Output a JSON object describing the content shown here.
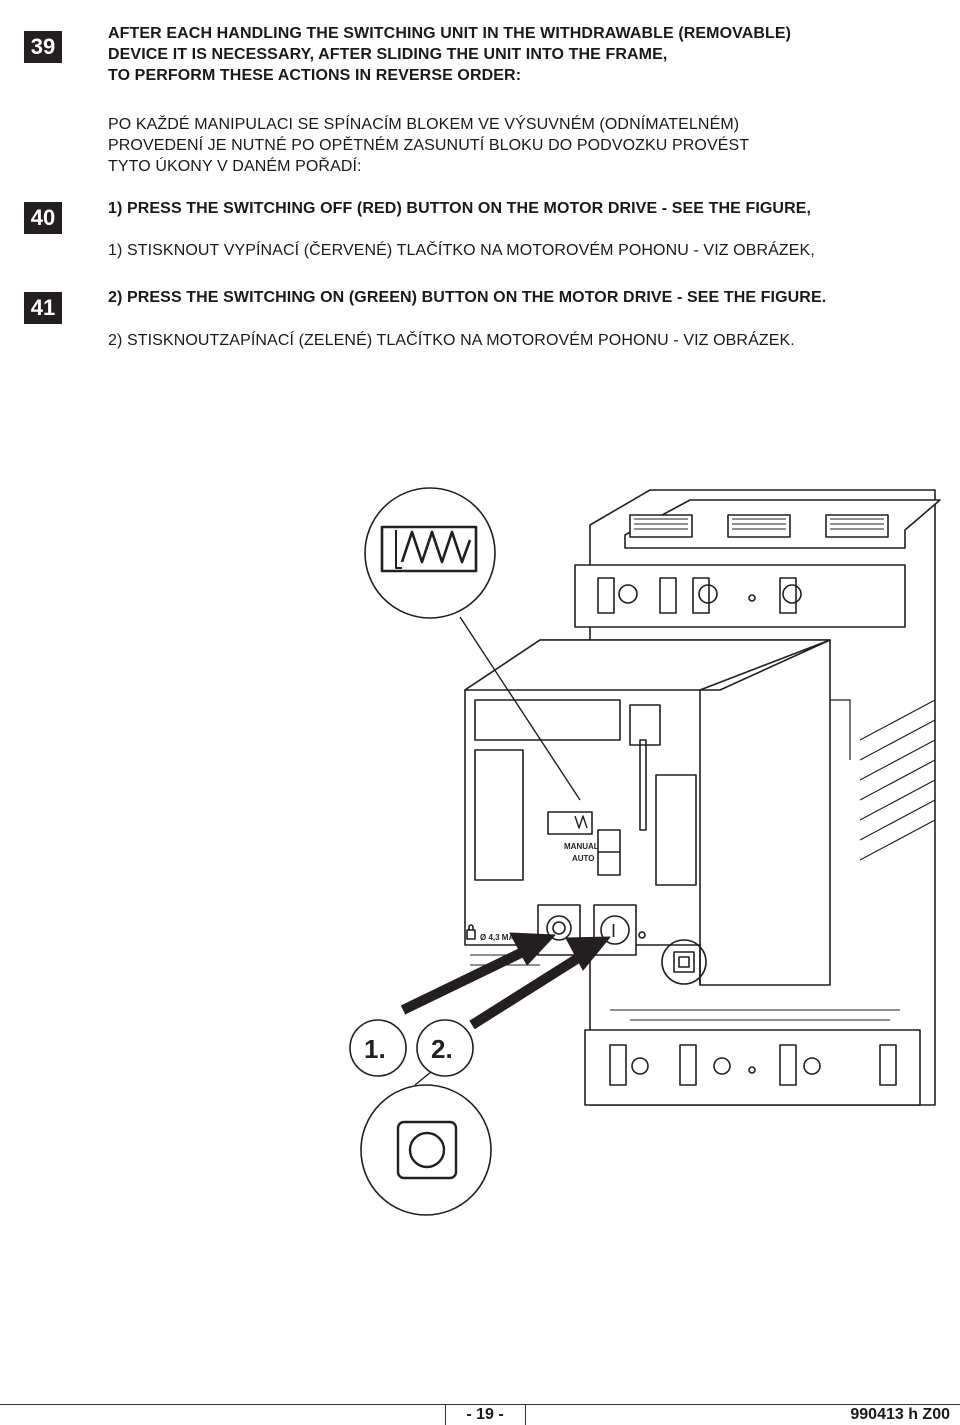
{
  "steps": {
    "s39": "39",
    "s40": "40",
    "s41": "41"
  },
  "intro_en": [
    "AFTER EACH HANDLING THE SWITCHING  UNIT IN THE WITHDRAWABLE (REMOVABLE)",
    "DEVICE IT IS NECESSARY, AFTER SLIDING THE UNIT INTO THE FRAME,",
    "TO PERFORM THESE ACTIONS IN REVERSE ORDER:"
  ],
  "intro_cz": [
    "PO KAŽDÉ MANIPULACI SE SPÍNACÍM BLOKEM VE VÝSUVNÉM (ODNÍMATELNÉM)",
    "PROVEDENÍ JE NUTNÉ PO OPĚTNÉM ZASUNUTÍ BLOKU DO PODVOZKU PROVÉST",
    "TYTO ÚKONY V DANÉM POŘADÍ:"
  ],
  "step1_en": "1) PRESS THE SWITCHING OFF (RED) BUTTON ON THE MOTOR DRIVE - SEE THE FIGURE,",
  "step1_cz": "1) STISKNOUT VYPÍNACÍ (ČERVENÉ) TLAČÍTKO NA MOTOROVÉM POHONU - VIZ OBRÁZEK,",
  "step2_en": "2) PRESS THE SWITCHING ON (GREEN) BUTTON ON THE MOTOR DRIVE - SEE THE FIGURE.",
  "step2_cz": "2) STISKNOUTZAPÍNACÍ (ZELENÉ) TLAČÍTKO NA MOTOROVÉM POHONU - VIZ OBRÁZEK.",
  "figure": {
    "label_manual": "MANUAL",
    "label_auto": "AUTO",
    "label_diameter": "Ø 4,3 MAX",
    "callout_1": "1.",
    "callout_2": "2.",
    "on_symbol": "I"
  },
  "footer": {
    "page": "- 19 -",
    "code": "990413 h  Z00"
  }
}
